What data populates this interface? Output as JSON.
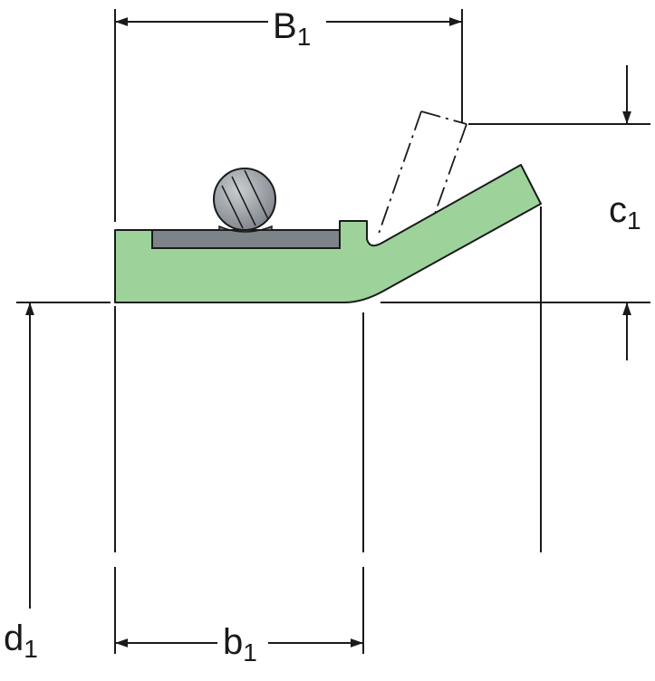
{
  "diagram": {
    "labels": {
      "B_main": "B",
      "B_sub": "1",
      "c_main": "c",
      "c_sub": "1",
      "d_main": "d",
      "d_sub": "1",
      "b_main": "b",
      "b_sub": "1"
    },
    "colors": {
      "seal_body": "#9dd39a",
      "metal_insert": "#7c8389",
      "spring": "#9aa0a6",
      "line": "#1a1a1a"
    }
  }
}
